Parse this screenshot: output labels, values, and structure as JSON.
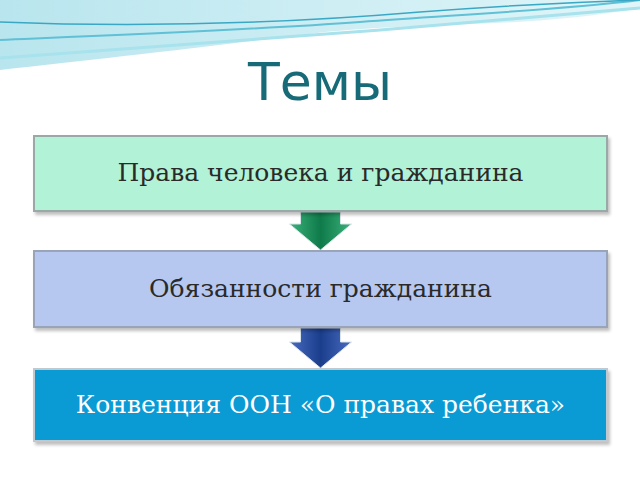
{
  "diagram": {
    "title": "Темы",
    "nodes": [
      {
        "text": [
          "Права человека и гражданина"
        ]
      },
      {
        "text": [
          "Обязанности гражданина"
        ]
      },
      {
        "text": [
          "Конвенция ООН  «О правах ребенка»"
        ]
      }
    ],
    "edges": [
      {
        "from": 0,
        "to": 1,
        "arrow": "to"
      },
      {
        "from": 1,
        "to": 2,
        "arrow": "to"
      }
    ]
  }
}
